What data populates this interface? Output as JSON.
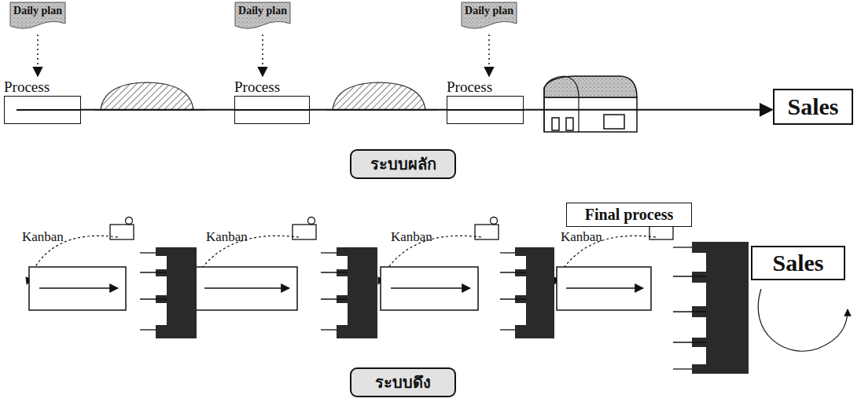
{
  "diagram": {
    "nodes": [
      {
        "text": [
          "Daily plan"
        ]
      },
      {
        "text": [
          "Daily plan"
        ]
      },
      {
        "text": [
          "Daily plan"
        ]
      },
      {
        "text": [
          "Process"
        ]
      },
      {
        "text": [
          "Process"
        ]
      },
      {
        "text": [
          "Process"
        ]
      },
      {
        "text": [
          "Sales"
        ]
      },
      {
        "text": [
          "ระบบผลัก"
        ]
      },
      {
        "text": [
          "Final process"
        ]
      },
      {
        "text": [
          "Sales"
        ]
      },
      {
        "text": [
          "ระบบดึง"
        ]
      }
    ],
    "edges": [
      {
        "from": 0,
        "to": 3,
        "arrow": "to"
      },
      {
        "from": 1,
        "to": 4,
        "arrow": "to"
      },
      {
        "from": 2,
        "to": 5,
        "arrow": "to"
      },
      {
        "from": 3,
        "to": 4,
        "arrow": "none"
      },
      {
        "from": 4,
        "to": 5,
        "arrow": "none"
      },
      {
        "from": 5,
        "to": 6,
        "arrow": "to"
      }
    ],
    "labels": [
      "Kanban",
      "Kanban",
      "Kanban",
      "Kanban"
    ]
  }
}
